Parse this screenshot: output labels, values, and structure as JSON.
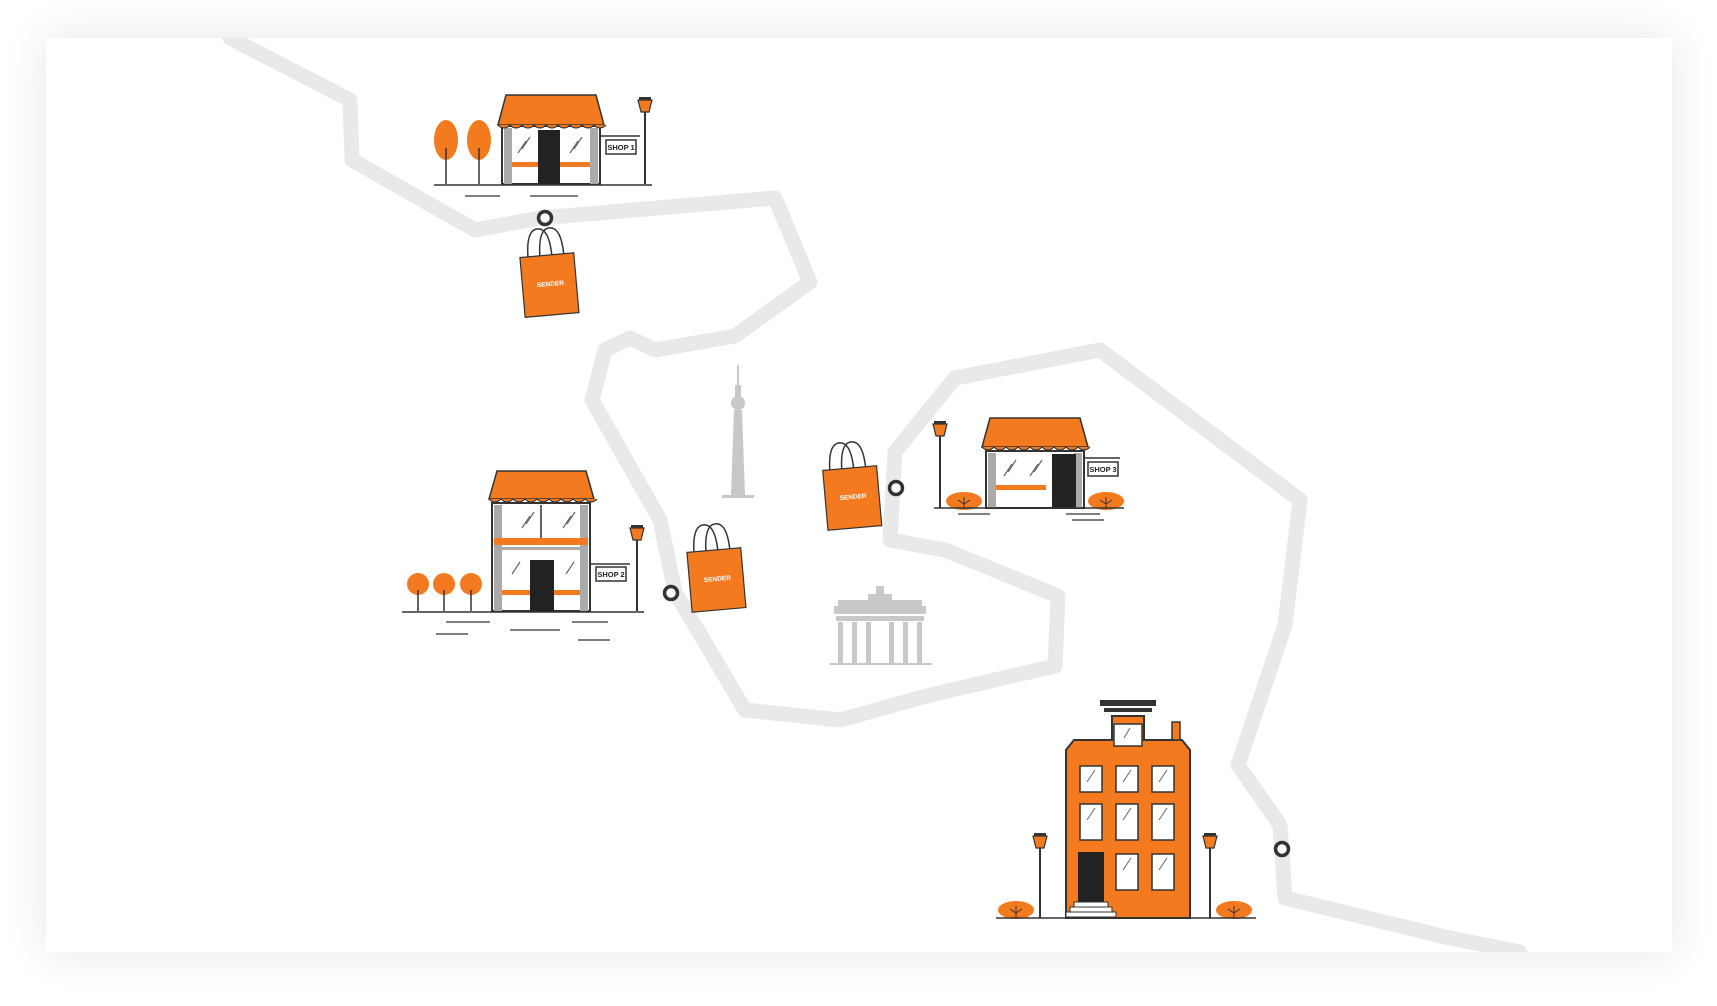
{
  "colors": {
    "accent": "#f47a20",
    "route": "#e9e9e9",
    "outline": "#333333",
    "landmark": "#c8c8c8"
  },
  "shops": [
    {
      "sign": "SHOP 1"
    },
    {
      "sign": "SHOP 2"
    },
    {
      "sign": "SHOP 3"
    }
  ],
  "bags": [
    {
      "brand": "SENDER"
    },
    {
      "brand": "SENDER"
    },
    {
      "brand": "SENDER"
    }
  ],
  "landmarks": [
    {
      "icon": "tv-tower-icon"
    },
    {
      "icon": "brandenburg-gate-icon"
    }
  ],
  "destination": {
    "icon": "townhouse-icon"
  }
}
